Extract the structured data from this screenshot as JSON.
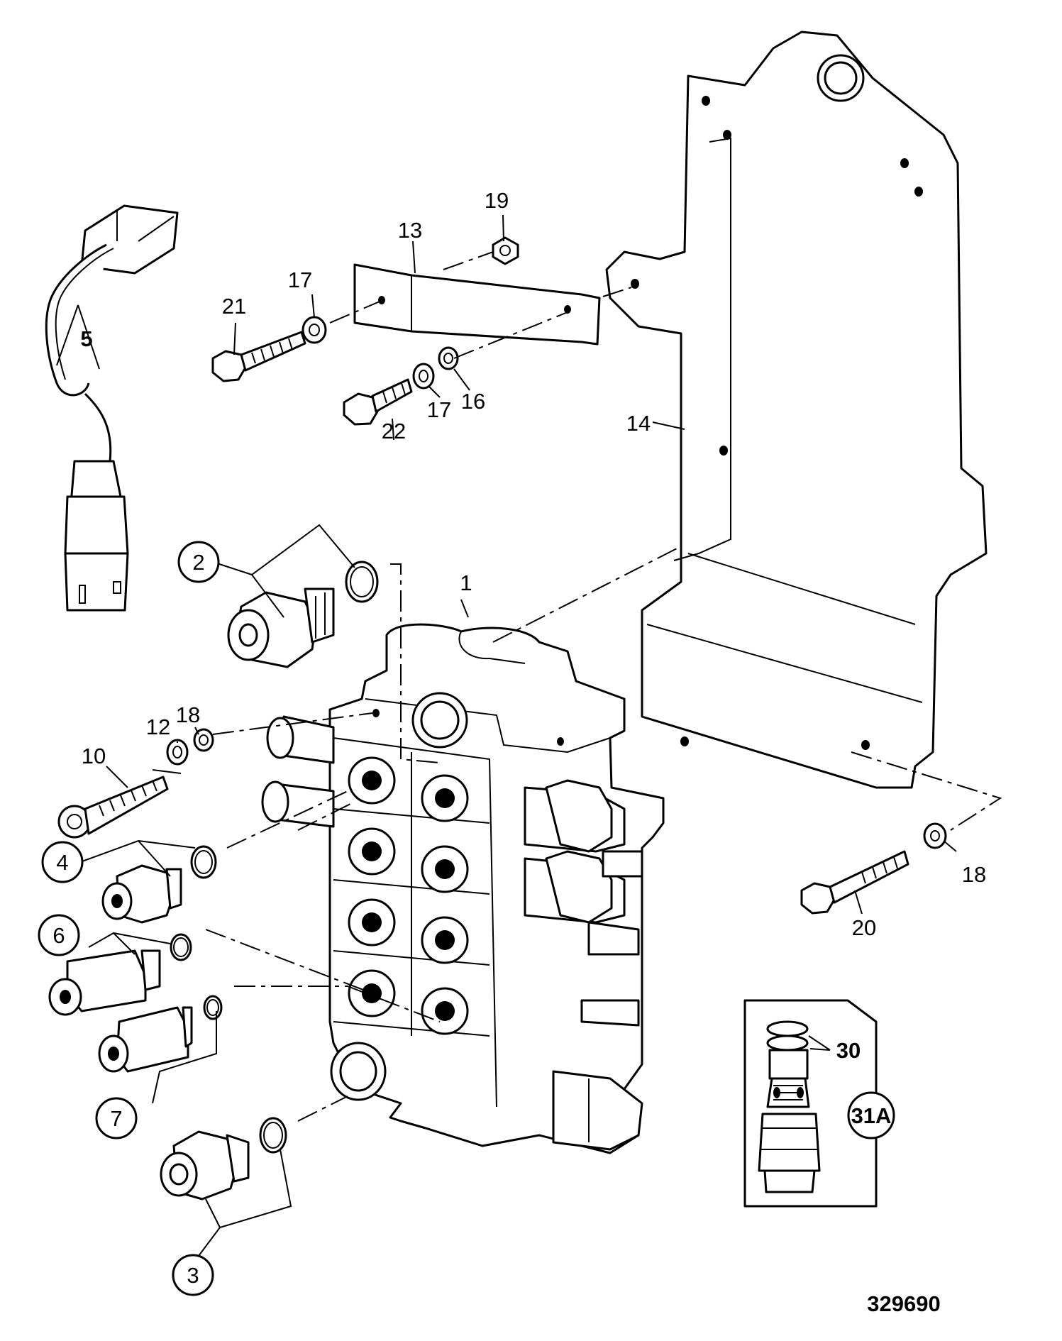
{
  "drawing_number": "329690",
  "labels": {
    "p1": "1",
    "p2": "2",
    "p3": "3",
    "p4": "4",
    "p5": "5",
    "p6": "6",
    "p7": "7",
    "p10": "10",
    "p12": "12",
    "p13": "13",
    "p14": "14",
    "p16": "16",
    "p17a": "17",
    "p17b": "17",
    "p18a": "18",
    "p18b": "18",
    "p19": "19",
    "p20": "20",
    "p21": "21",
    "p22": "22",
    "p30": "30",
    "p31a": "31A"
  }
}
